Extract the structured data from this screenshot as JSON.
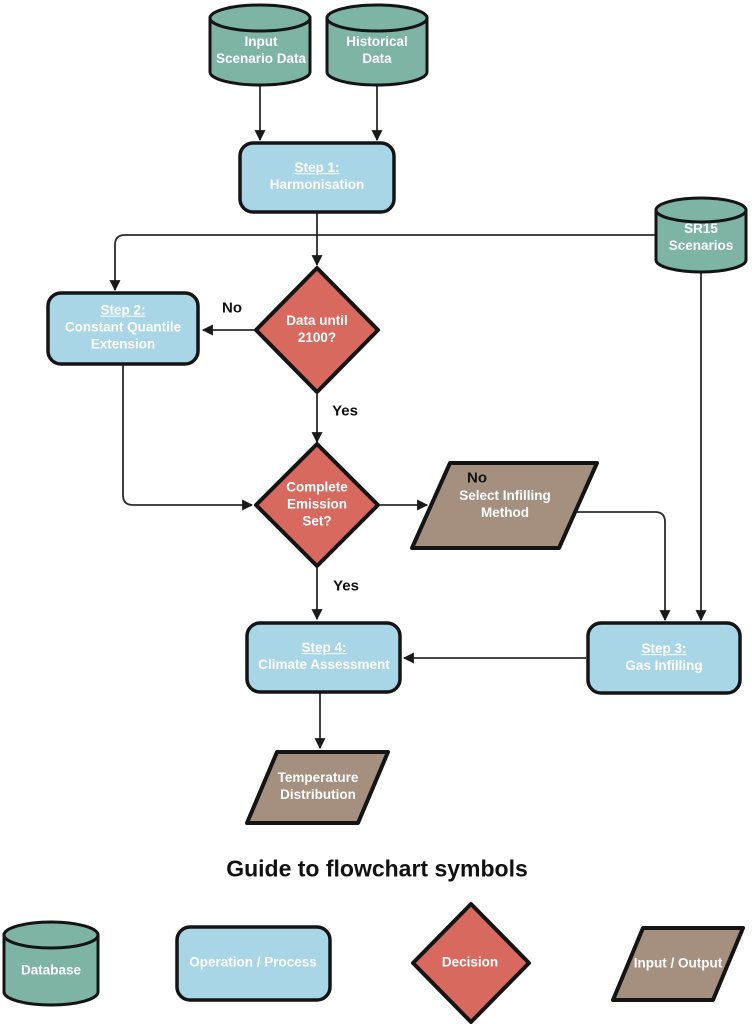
{
  "colors": {
    "database": "#7DB4A3",
    "process": "#A9D6E7",
    "decision": "#D7695F",
    "io": "#A5907F"
  },
  "nodes": {
    "input_scenario_db": {
      "line1": "Input",
      "line2": "Scenario Data"
    },
    "historical_db": {
      "line1": "Historical",
      "line2": "Data"
    },
    "sr15_db": {
      "line1": "SR15",
      "line2": "Scenarios"
    },
    "step1": {
      "title": "Step 1:",
      "subtitle": "Harmonisation"
    },
    "step2": {
      "title": "Step 2:",
      "subtitle": "Constant Quantile Extension"
    },
    "step3": {
      "title": "Step 3:",
      "subtitle": "Gas Infilling"
    },
    "step4": {
      "title": "Step 4:",
      "subtitle": "Climate Assessment"
    },
    "decision_2100": {
      "line1": "Data until",
      "line2": "2100?"
    },
    "decision_emission": {
      "line1": "Complete",
      "line2": "Emission",
      "line3": "Set?"
    },
    "select_infilling": {
      "line1": "Select Infilling",
      "line2": "Method"
    },
    "temperature_dist": {
      "line1": "Temperature",
      "line2": "Distribution"
    }
  },
  "edge_labels": {
    "no_2100": "No",
    "yes_2100": "Yes",
    "no_emission": "No",
    "yes_emission": "Yes"
  },
  "legend": {
    "title": "Guide to flowchart symbols",
    "items": [
      {
        "label": "Database"
      },
      {
        "label": "Operation / Process"
      },
      {
        "label": "Decision"
      },
      {
        "label": "Input / Output"
      }
    ]
  }
}
